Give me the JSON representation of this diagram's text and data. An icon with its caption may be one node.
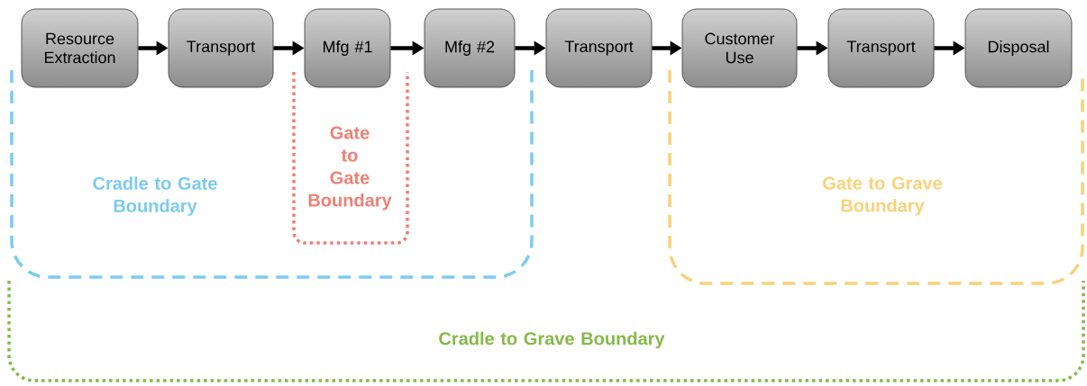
{
  "diagram": {
    "nodes": [
      {
        "text": [
          "Resource Extraction"
        ]
      },
      {
        "text": [
          "Transport"
        ]
      },
      {
        "text": [
          "Mfg #1"
        ]
      },
      {
        "text": [
          "Mfg #2"
        ]
      },
      {
        "text": [
          "Transport"
        ]
      },
      {
        "text": [
          "Customer Use"
        ]
      },
      {
        "text": [
          "Transport"
        ]
      },
      {
        "text": [
          "Disposal"
        ]
      },
      {
        "text": [
          "Cradle to Gate Boundary"
        ]
      },
      {
        "text": [
          "Gate to Gate Boundary"
        ],
        "in": 8
      },
      {
        "text": [
          "Gate to Grave Boundary"
        ]
      },
      {
        "text": [
          "Cradle to Grave Boundary"
        ]
      }
    ],
    "edges": [
      {
        "from": 0,
        "to": 1,
        "arrow": "to"
      },
      {
        "from": 1,
        "to": 2,
        "arrow": "to"
      },
      {
        "from": 2,
        "to": 3,
        "arrow": "to"
      },
      {
        "from": 3,
        "to": 4,
        "arrow": "to"
      },
      {
        "from": 4,
        "to": 5,
        "arrow": "to"
      },
      {
        "from": 5,
        "to": 6,
        "arrow": "to"
      },
      {
        "from": 6,
        "to": 7,
        "arrow": "to"
      }
    ]
  }
}
